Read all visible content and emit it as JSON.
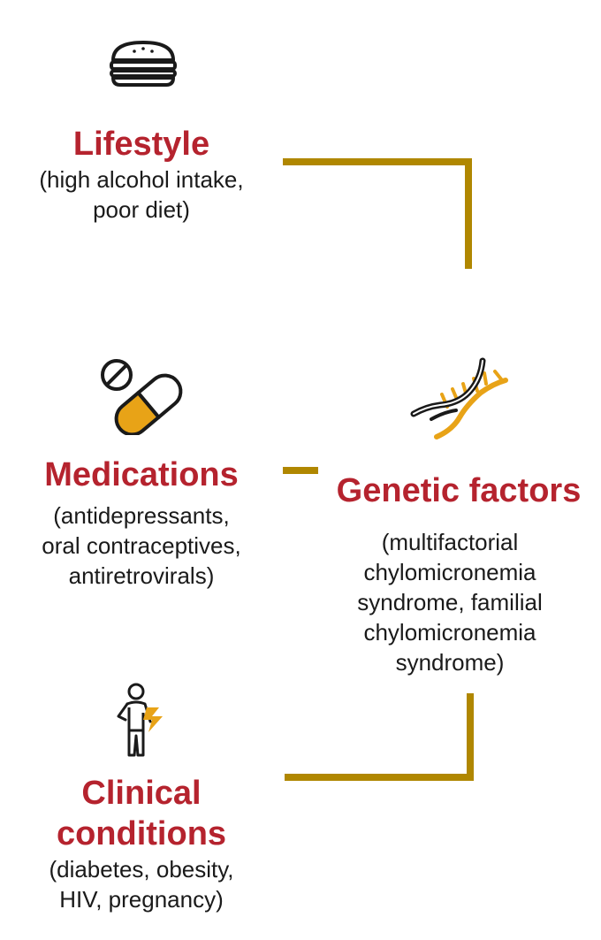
{
  "colors": {
    "title": "#B5232E",
    "connector": "#B08700",
    "accent": "#E8A317",
    "icon_stroke": "#1a1a1a"
  },
  "lifestyle": {
    "icon": "burger-icon",
    "title": "Lifestyle",
    "desc": "(high alcohol intake,\npoor diet)"
  },
  "medications": {
    "icon": "pill-icon",
    "title": "Medications",
    "desc": "(antidepressants,\noral contraceptives,\nantiretrovirals)"
  },
  "genetic": {
    "icon": "dna-icon",
    "title": "Genetic factors",
    "desc": "(multifactorial\nchylomicronemia\nsyndrome, familial\nchylomicronemia\nsyndrome)"
  },
  "clinical": {
    "icon": "person-pain-icon",
    "title": "Clinical\nconditions",
    "desc": "(diabetes, obesity,\nHIV, pregnancy)"
  }
}
